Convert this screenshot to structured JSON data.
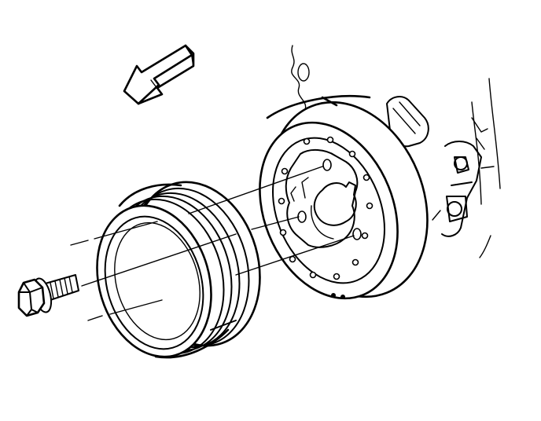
{
  "diagram": {
    "colors": {
      "ink": "#000000",
      "background": "#ffffff",
      "arrow_fill": "#ffffff"
    },
    "parts": [
      {
        "id": "bolt",
        "icon": "hex-bolt"
      },
      {
        "id": "pulley",
        "icon": "multi-groove-pulley"
      },
      {
        "id": "balancer",
        "icon": "crankshaft-balancer"
      },
      {
        "id": "direction-arrow",
        "icon": "removal-direction-arrow"
      },
      {
        "id": "engine-block",
        "icon": "engine-front-cover"
      }
    ],
    "bolt_count_shown": 3
  }
}
